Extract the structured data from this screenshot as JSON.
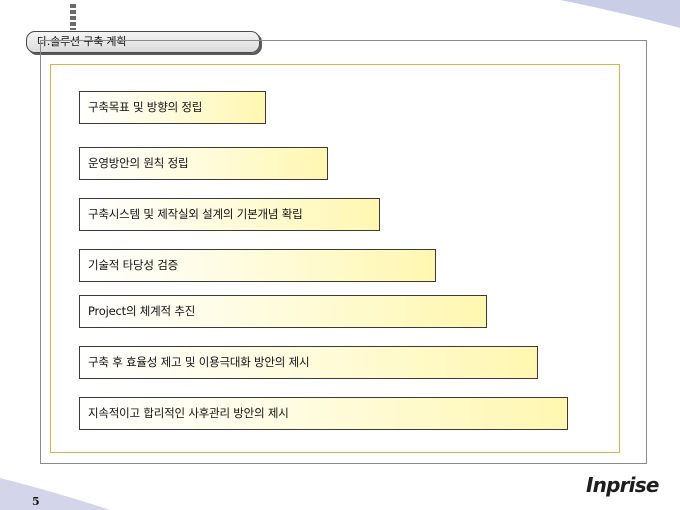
{
  "slide": {
    "title": "다.솔루션 구축 계획",
    "steps": [
      "구축목표 및 방향의 정립",
      "운영방안의 원칙 정립",
      "구축시스템 및 제작실외 설계의 기본개념 확립",
      "기술적 타당성 검증",
      "Project의 체계적 추진",
      "구축 후 효율성 제고 및 이용극대화 방안의 제시",
      "지속적이고 합리적인 사후관리 방안의 제시"
    ],
    "page_number": "5",
    "logo_text": "Inprise"
  },
  "colors": {
    "swoosh": "#c9cde6",
    "inner_frame": "#d8b24a",
    "box_fill_end": "#fff7b0"
  }
}
